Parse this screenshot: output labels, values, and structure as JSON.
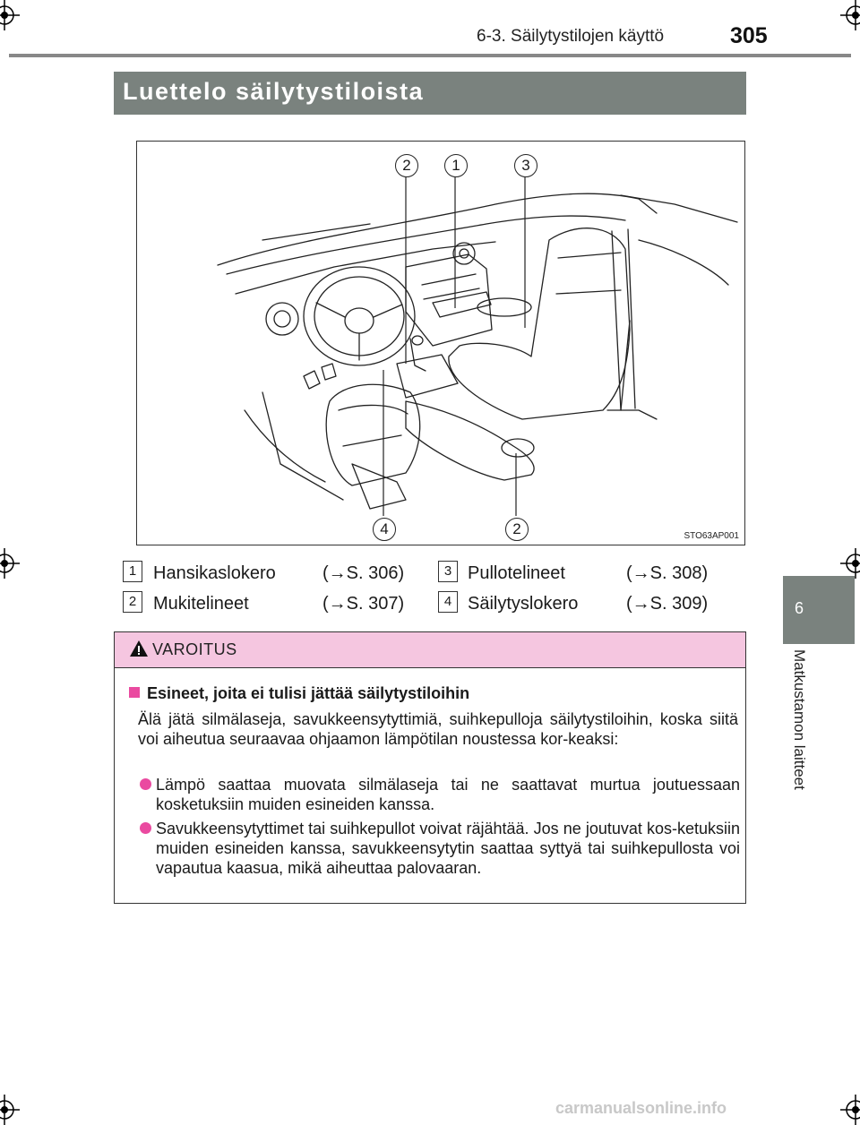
{
  "header": {
    "section": "6-3. Säilytystilojen käyttö",
    "page_number": "305"
  },
  "title": "Luettelo säilytystiloista",
  "side_tab": {
    "number": "6",
    "label": "Matkustamon laitteet"
  },
  "figure": {
    "code": "STO63AP001",
    "callouts": [
      "2",
      "1",
      "3",
      "4",
      "2"
    ]
  },
  "legend": [
    {
      "num": "1",
      "label": "Hansikaslokero",
      "ref": "(→S. 306)"
    },
    {
      "num": "2",
      "label": "Mukitelineet",
      "ref": "(→S. 307)"
    },
    {
      "num": "3",
      "label": "Pullotelineet",
      "ref": "(→S. 308)"
    },
    {
      "num": "4",
      "label": "Säilytyslokero",
      "ref": "(→S. 309)"
    }
  ],
  "warning": {
    "title": "VAROITUS",
    "heading": "Esineet, joita ei tulisi jättää säilytystiloihin",
    "intro": "Älä jätä silmälaseja, savukkeensytyttimiä, suihkepulloja säilytystiloihin, koska siitä voi aiheutua seuraavaa ohjaamon lämpötilan noustessa kor-keaksi:",
    "bullets": [
      "Lämpö saattaa muovata silmälaseja tai ne saattavat murtua joutuessaan kosketuksiin muiden esineiden kanssa.",
      "Savukkeensytyttimet tai suihkepullot voivat räjähtää. Jos ne joutuvat kos-ketuksiin muiden esineiden kanssa, savukkeensytytin saattaa syttyä tai suihkepullosta voi vapautua kaasua, mikä aiheuttaa palovaaran."
    ]
  },
  "watermark": "carmanualsonline.info",
  "colors": {
    "title_bar": "#7a827e",
    "warning_header": "#f5c6e0",
    "accent": "#ea4aa0"
  }
}
